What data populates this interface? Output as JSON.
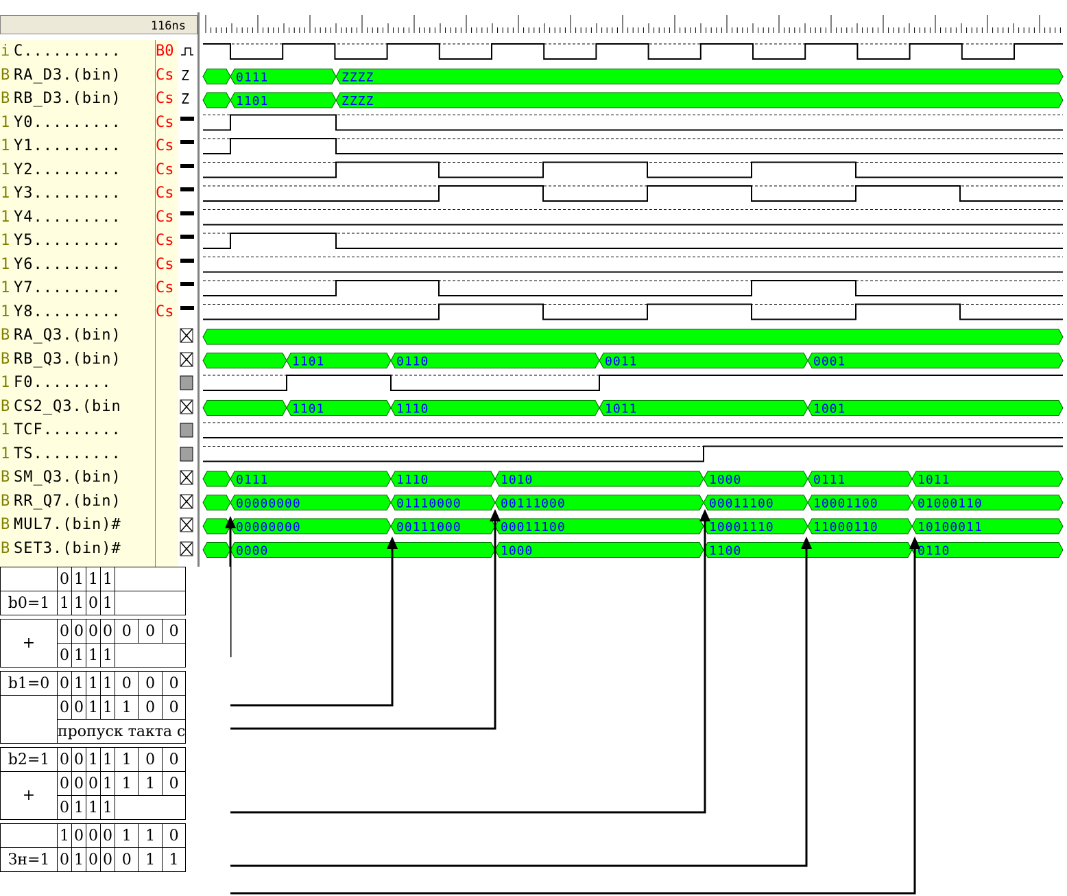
{
  "time_label": "116ns",
  "signals": [
    {
      "type": "i",
      "name": "C..........",
      "src": "B0",
      "icon": "clock"
    },
    {
      "type": "B",
      "name": "RA_D3.(bin)",
      "src": "Cs",
      "icon": "Z"
    },
    {
      "type": "B",
      "name": "RB_D3.(bin)",
      "src": "Cs",
      "icon": "Z"
    },
    {
      "type": "1",
      "name": "Y0.........",
      "src": "Cs",
      "icon": "toggle"
    },
    {
      "type": "1",
      "name": "Y1.........",
      "src": "Cs",
      "icon": "toggle"
    },
    {
      "type": "1",
      "name": "Y2.........",
      "src": "Cs",
      "icon": "toggle"
    },
    {
      "type": "1",
      "name": "Y3.........",
      "src": "Cs",
      "icon": "toggle"
    },
    {
      "type": "1",
      "name": "Y4.........",
      "src": "Cs",
      "icon": "toggle"
    },
    {
      "type": "1",
      "name": "Y5.........",
      "src": "Cs",
      "icon": "toggle"
    },
    {
      "type": "1",
      "name": "Y6.........",
      "src": "Cs",
      "icon": "toggle"
    },
    {
      "type": "1",
      "name": "Y7.........",
      "src": "Cs",
      "icon": "toggle"
    },
    {
      "type": "1",
      "name": "Y8.........",
      "src": "Cs",
      "icon": "toggle"
    },
    {
      "type": "B",
      "name": "RA_Q3.(bin)",
      "src": "",
      "icon": "X"
    },
    {
      "type": "B",
      "name": "RB_Q3.(bin)",
      "src": "",
      "icon": "X"
    },
    {
      "type": "1",
      "name": "F0........",
      "src": "",
      "icon": "gray"
    },
    {
      "type": "B",
      "name": "CS2_Q3.(bin",
      "src": "",
      "icon": "X"
    },
    {
      "type": "1",
      "name": "TCF........",
      "src": "",
      "icon": "gray"
    },
    {
      "type": "1",
      "name": "TS.........",
      "src": "",
      "icon": "gray"
    },
    {
      "type": "B",
      "name": "SM_Q3.(bin)",
      "src": "",
      "icon": "X"
    },
    {
      "type": "B",
      "name": "RR_Q7.(bin)",
      "src": "",
      "icon": "X"
    },
    {
      "type": "B",
      "name": "MUL7.(bin)#",
      "src": "",
      "icon": "X"
    },
    {
      "type": "B",
      "name": "SET3.(bin)#",
      "src": "",
      "icon": "X"
    }
  ],
  "bus_values": {
    "RA_D3": [
      "0111",
      "ZZZZ"
    ],
    "RB_D3": [
      "1101",
      "ZZZZ"
    ],
    "RB_Q3": [
      "1101",
      "0110",
      "0011",
      "0001"
    ],
    "CS2_Q3": [
      "1101",
      "1110",
      "1011",
      "1001"
    ],
    "SM_Q3": [
      "0111",
      "1110",
      "1010",
      "1000",
      "0111",
      "1011"
    ],
    "RR_Q7": [
      "00000000",
      "01110000",
      "00111000",
      "00011100",
      "10001100",
      "01000110"
    ],
    "MUL7": [
      "00000000",
      "00111000",
      "00011100",
      "10001110",
      "11000110",
      "10100011"
    ],
    "SET3": [
      "0000",
      "1000",
      "1100",
      "0110"
    ]
  },
  "calc_table": {
    "r1": [
      "0",
      "1",
      "1",
      "1"
    ],
    "r2_label": "b0=1",
    "r2": [
      "1",
      "1",
      "0",
      "1"
    ],
    "r3_label": "+",
    "r3a": [
      "0",
      "0",
      "0",
      "0",
      "0",
      "0",
      "0"
    ],
    "r3b": [
      "0",
      "1",
      "1",
      "1"
    ],
    "r4_label": "b1=0",
    "r4": [
      "0",
      "1",
      "1",
      "1",
      "0",
      "0",
      "0"
    ],
    "r5": [
      "0",
      "0",
      "1",
      "1",
      "1",
      "0",
      "0"
    ],
    "r6": "пропуск такта с",
    "r7_label": "b2=1",
    "r7": [
      "0",
      "0",
      "1",
      "1",
      "1",
      "0",
      "0"
    ],
    "r8_label": "+",
    "r8a": [
      "0",
      "0",
      "0",
      "1",
      "1",
      "1",
      "0"
    ],
    "r8b": [
      "0",
      "1",
      "1",
      "1"
    ],
    "r9": [
      "1",
      "0",
      "0",
      "0",
      "1",
      "1",
      "0"
    ],
    "r10_label": "Зн=1",
    "r10": [
      "0",
      "1",
      "0",
      "0",
      "0",
      "1",
      "1"
    ]
  },
  "colors": {
    "bus": "#00ff00",
    "bus_text": "#0000ff",
    "name_panel": "#ffffe0",
    "src_text": "#ff0000"
  }
}
